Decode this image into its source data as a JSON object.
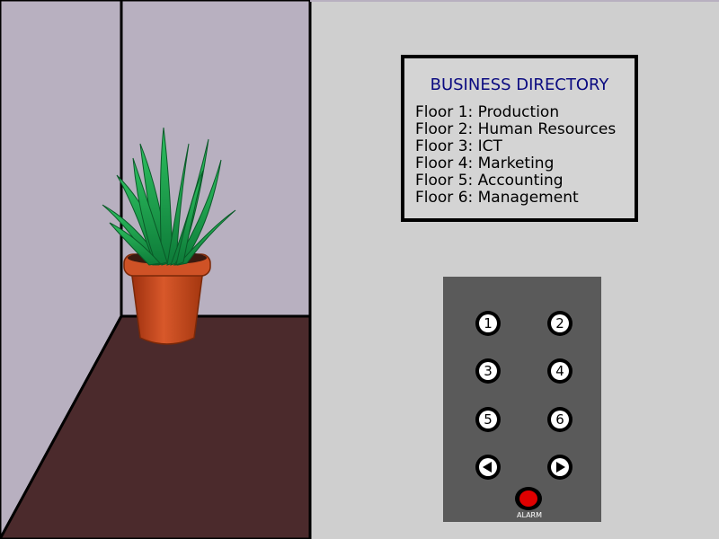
{
  "directory": {
    "title": "BUSINESS DIRECTORY",
    "floors": [
      "Floor 1: Production",
      "Floor 2: Human Resources",
      "Floor 3: ICT",
      "Floor 4: Marketing",
      "Floor 5: Accounting",
      "Floor 6: Management"
    ]
  },
  "panel": {
    "buttons": [
      "1",
      "2",
      "3",
      "4",
      "5",
      "6"
    ],
    "alarm_label": "ALARM"
  },
  "colors": {
    "wall": "#b8b0c0",
    "floor": "#4b2a2c",
    "elevator_wall": "#cfcfcf",
    "panel": "#5a5a5a",
    "title_text": "#0a0a80",
    "alarm": "#e00000",
    "pot": "#c0441a",
    "leaves": "#1f9a4a"
  },
  "icons": {
    "previous": "triangle-left-icon",
    "next": "triangle-right-icon"
  }
}
